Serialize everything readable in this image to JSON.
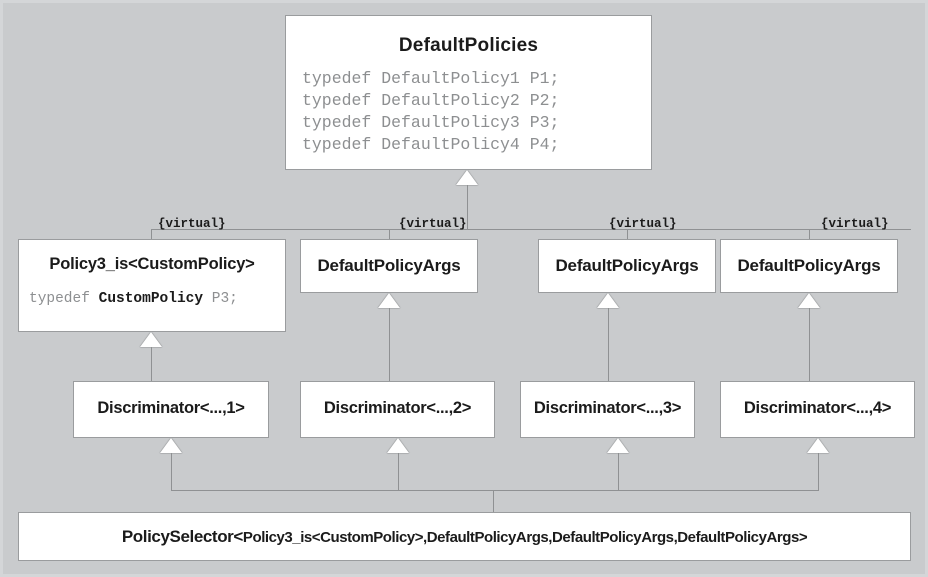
{
  "diagram": {
    "title": "DefaultPolicies policy selector inheritance diagram",
    "background_color": "#c9cbcd",
    "node_fill": "#ffffff",
    "line_color": "#8f9193",
    "text_color": "#1b1b1b",
    "member_text_color": "#8d8f91"
  },
  "nodes": {
    "default_policies": {
      "title": "DefaultPolicies",
      "members": [
        "typedef DefaultPolicy1 P1;",
        "typedef DefaultPolicy2 P2;",
        "typedef DefaultPolicy3 P3;",
        "typedef DefaultPolicy4 P4;"
      ],
      "members_text": "typedef DefaultPolicy1 P1;\ntypedef DefaultPolicy2 P2;\ntypedef DefaultPolicy3 P3;\ntypedef DefaultPolicy4 P4;"
    },
    "policy3_is": {
      "title": "Policy3_is<CustomPolicy>",
      "member_prefix": "typedef ",
      "member_emphasis": "CustomPolicy",
      "member_suffix": " P3;"
    },
    "default_policy_args_1": {
      "title": "DefaultPolicyArgs"
    },
    "default_policy_args_2": {
      "title": "DefaultPolicyArgs"
    },
    "default_policy_args_3": {
      "title": "DefaultPolicyArgs"
    },
    "discriminator_1": {
      "title": "Discriminator<...,1>"
    },
    "discriminator_2": {
      "title": "Discriminator<...,2>"
    },
    "discriminator_3": {
      "title": "Discriminator<...,3>"
    },
    "discriminator_4": {
      "title": "Discriminator<...,4>"
    },
    "policy_selector": {
      "lead": "PolicySelector<",
      "args": "Policy3_is<CustomPolicy>,DefaultPolicyArgs,DefaultPolicyArgs,DefaultPolicyArgs>",
      "full": "PolicySelector<Policy3_is<CustomPolicy>,DefaultPolicyArgs,DefaultPolicyArgs,DefaultPolicyArgs>"
    }
  },
  "edge_labels": {
    "virtual_1": "{virtual}",
    "virtual_2": "{virtual}",
    "virtual_3": "{virtual}",
    "virtual_4": "{virtual}"
  }
}
